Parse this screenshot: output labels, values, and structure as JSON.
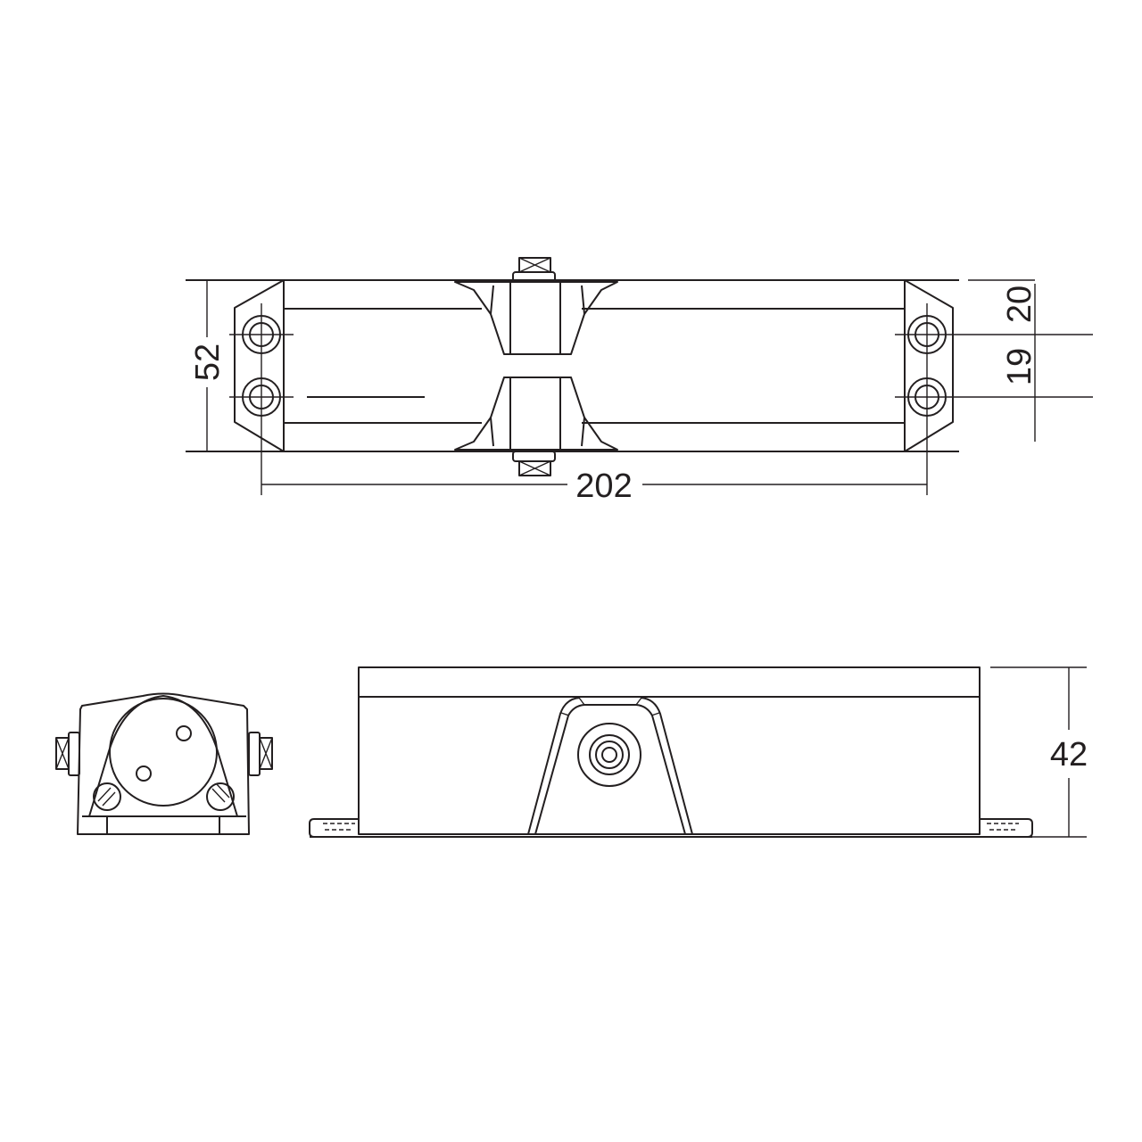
{
  "dimensions": {
    "height_top": "52",
    "length": "202",
    "hole_offset": "20",
    "hole_spacing": "19",
    "height_side": "42"
  },
  "colors": {
    "line": "#231f20",
    "background": "#ffffff"
  }
}
